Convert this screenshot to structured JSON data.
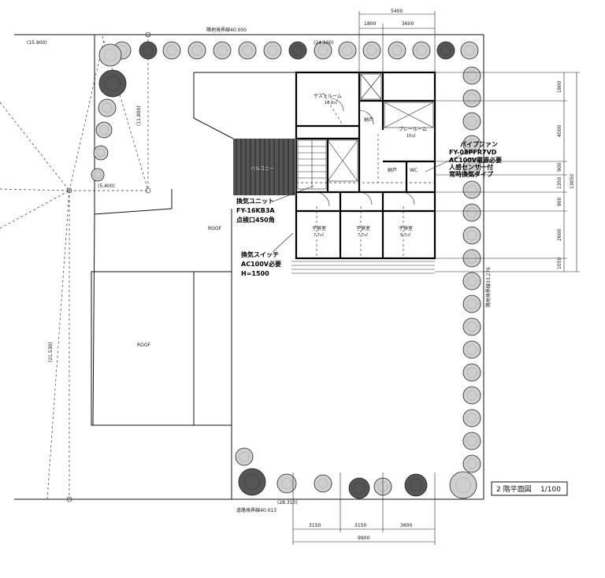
{
  "site": {
    "north_boundary": "隣地境界線40.000",
    "south_boundary": "道路境界線40.013",
    "east_boundary": "隣地境界線33.276"
  },
  "levels": {
    "nw": "(15.900)",
    "north": "(24.100)",
    "ne_tree_area": "(11.800)",
    "west_mid": "(5.400)",
    "west_diag": "(21.530)",
    "south": "(28.310)"
  },
  "dims_top": {
    "total": "5400",
    "d1": "1800",
    "d2": "3600"
  },
  "dims_bottom": {
    "d1": "3150",
    "d2": "3150",
    "d3": "3600",
    "total": "9900"
  },
  "dims_right": {
    "d1": "1800",
    "d2": "4500",
    "d3": "900",
    "d4": "1350",
    "d5": "900",
    "d6": "2600",
    "d7": "1050",
    "total": "13050"
  },
  "rooms": {
    "guest": "ゲストルーム",
    "guest_area": "10.8㎡",
    "play": "プレールーム",
    "play_area": "10㎡",
    "balcony": "バルコニー",
    "storage": "納戸",
    "storage2": "納戸",
    "wc": "WC",
    "child1": "子供室",
    "child1_area": "7.7㎡",
    "child2": "子供室",
    "child2_area": "7.7㎡",
    "child3": "子供室",
    "child3_area": "9.7㎡",
    "roof1": "ROOF",
    "roof2": "ROOF"
  },
  "notes": {
    "pipe_fan": [
      "パイプファン",
      "FY-08PFR7VD",
      "AC100V電源必要",
      "人感センサー付",
      "常時換気タイプ"
    ],
    "vent_unit": [
      "換気ユニット",
      "FY-16KB3A",
      "点検口450角"
    ],
    "vent_switch": [
      "換気スイッチ",
      "AC100V必要",
      "H=1500"
    ]
  },
  "title_box": {
    "label": "2 階平面図",
    "scale": "1/100"
  }
}
